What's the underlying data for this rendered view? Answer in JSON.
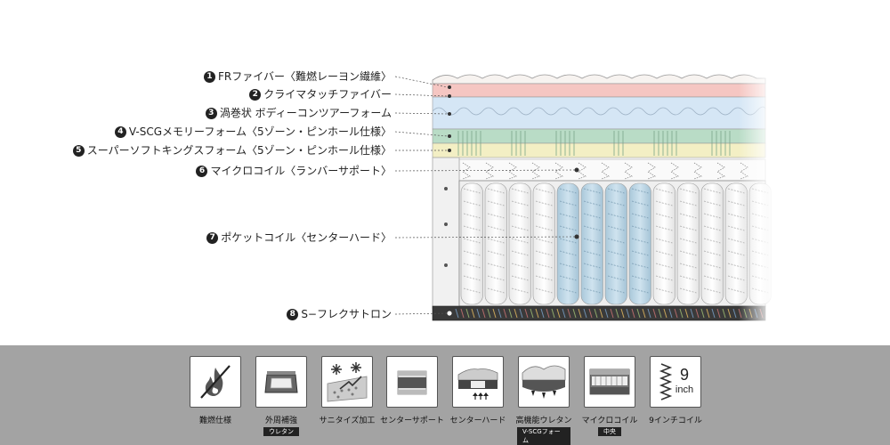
{
  "layers": [
    {
      "num": "1",
      "label": "FRファイバー〈難燃レーヨン繊維〉"
    },
    {
      "num": "2",
      "label": "クライマタッチファイバー"
    },
    {
      "num": "3",
      "label": "渦巻状 ボディーコンツアーフォーム"
    },
    {
      "num": "4",
      "label": "V-SCGメモリーフォーム〈5ゾーン・ピンホール仕様〉"
    },
    {
      "num": "5",
      "label": "スーパーソフトキングスフォーム〈5ゾーン・ピンホール仕様〉"
    },
    {
      "num": "6",
      "label": "マイクロコイル〈ランバーサポート〉"
    },
    {
      "num": "7",
      "label": "ポケットコイル〈センターハード〉"
    },
    {
      "num": "8",
      "label": "S−フレクサトロン"
    }
  ],
  "features": [
    {
      "icon": "flame-retardant-icon",
      "label": "難燃仕様",
      "sub": ""
    },
    {
      "icon": "perimeter-reinforcement-icon",
      "label": "外周補強",
      "sub": "ウレタン"
    },
    {
      "icon": "sanitized-icon",
      "label": "サニタイズ加工",
      "sub": ""
    },
    {
      "icon": "center-support-icon",
      "label": "センターサポート",
      "sub": ""
    },
    {
      "icon": "center-hard-icon",
      "label": "センターハード",
      "sub": ""
    },
    {
      "icon": "high-performance-urethane-icon",
      "label": "高機能ウレタン",
      "sub": "V-SCGフォーム"
    },
    {
      "icon": "micro-coil-icon",
      "label": "マイクロコイル",
      "sub": "中央"
    },
    {
      "icon": "nine-inch-coil-icon",
      "label": "9インチコイル",
      "sub": ""
    }
  ],
  "coil_badge": {
    "number": "9",
    "unit": "inch"
  },
  "colors": {
    "layer1": "#f7f3f0",
    "layer2": "#f5c6c2",
    "layer3": "#d5e6f5",
    "layer4": "#b9dcc6",
    "layer5": "#f3efc4",
    "center_coil": "#c3dceb",
    "footer": "#a3a3a3"
  }
}
